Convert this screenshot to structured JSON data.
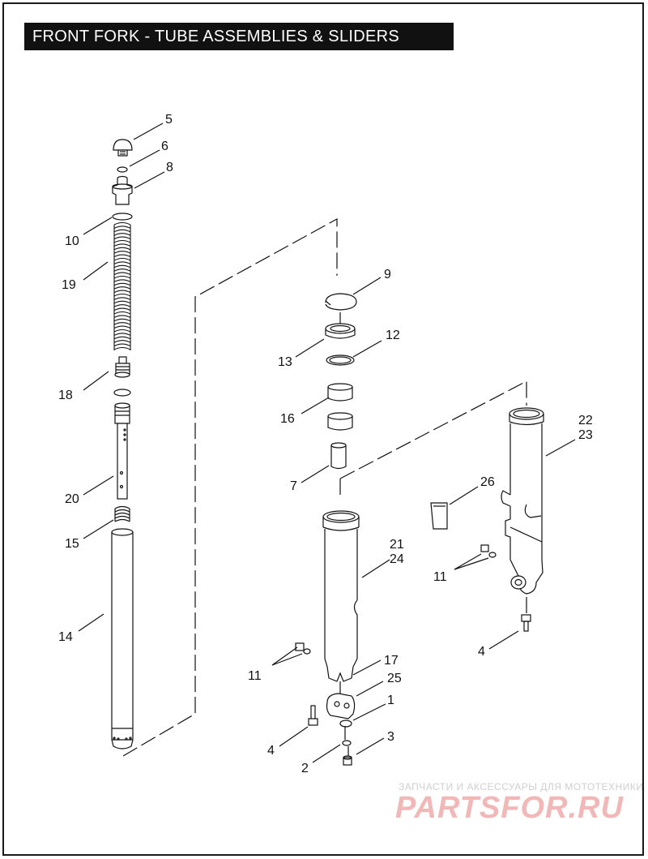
{
  "title": "FRONT FORK - TUBE ASSEMBLIES & SLIDERS",
  "callouts": [
    {
      "id": "c5",
      "text": "5"
    },
    {
      "id": "c6",
      "text": "6"
    },
    {
      "id": "c8",
      "text": "8"
    },
    {
      "id": "c10",
      "text": "10"
    },
    {
      "id": "c19",
      "text": "19"
    },
    {
      "id": "c18",
      "text": "18"
    },
    {
      "id": "c20",
      "text": "20"
    },
    {
      "id": "c15",
      "text": "15"
    },
    {
      "id": "c14",
      "text": "14"
    },
    {
      "id": "c9",
      "text": "9"
    },
    {
      "id": "c12",
      "text": "12"
    },
    {
      "id": "c13",
      "text": "13"
    },
    {
      "id": "c16",
      "text": "16"
    },
    {
      "id": "c7",
      "text": "7"
    },
    {
      "id": "c21",
      "text": "21"
    },
    {
      "id": "c24",
      "text": "24"
    },
    {
      "id": "c17",
      "text": "17"
    },
    {
      "id": "c25",
      "text": "25"
    },
    {
      "id": "c1",
      "text": "1"
    },
    {
      "id": "c3",
      "text": "3"
    },
    {
      "id": "c2",
      "text": "2"
    },
    {
      "id": "c4a",
      "text": "4"
    },
    {
      "id": "c11a",
      "text": "11"
    },
    {
      "id": "c22",
      "text": "22"
    },
    {
      "id": "c23",
      "text": "23"
    },
    {
      "id": "c26",
      "text": "26"
    },
    {
      "id": "c11b",
      "text": "11"
    },
    {
      "id": "c4b",
      "text": "4"
    }
  ],
  "watermark": {
    "subtitle": "ЗАПЧАСТИ И АКСЕССУАРЫ ДЛЯ МОТОТЕХНИКИ",
    "logo": "PARTSFOR.RU"
  }
}
